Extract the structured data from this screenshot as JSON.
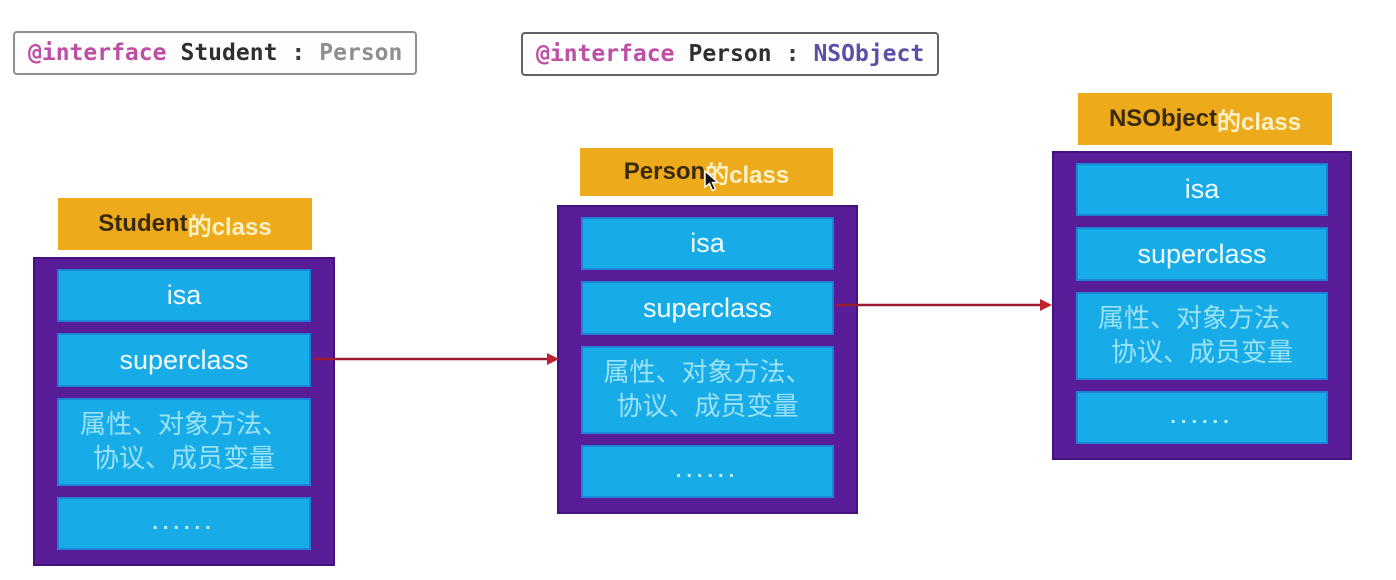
{
  "code_snippets": [
    {
      "keyword": "@interface",
      "class_name": "Student",
      "colon": ":",
      "superclass_name": "Person"
    },
    {
      "keyword": "@interface",
      "class_name": "Person",
      "colon": ":",
      "superclass_name": "NSObject"
    }
  ],
  "class_boxes": [
    {
      "title_name": "Student",
      "title_suffix": "的class",
      "rows": {
        "isa": "isa",
        "superclass": "superclass",
        "members": "属性、对象方法、\n协议、成员变量",
        "ellipsis": "......"
      }
    },
    {
      "title_name": "Person",
      "title_suffix": "的class",
      "rows": {
        "isa": "isa",
        "superclass": "superclass",
        "members": "属性、对象方法、\n协议、成员变量",
        "ellipsis": "......"
      }
    },
    {
      "title_name": "NSObject",
      "title_suffix": "的class",
      "rows": {
        "isa": "isa",
        "superclass": "superclass",
        "members": "属性、对象方法、\n协议、成员变量",
        "ellipsis": "......"
      }
    }
  ],
  "arrows": [
    {
      "from": "Student superclass",
      "to": "Person的class"
    },
    {
      "from": "Person superclass",
      "to": "NSObject的class"
    }
  ],
  "colors": {
    "header_bg": "#EDAB1C",
    "class_box_bg": "#5A1D99",
    "row_bg": "#17ACE8",
    "arrow_red": "#A61D36",
    "code_keyword_pink": "#BE4FA5",
    "code_class_black": "#2E2E33",
    "code_superclass_gray": "#8E8E93",
    "code_superclass_purple": "#5B4FA8"
  }
}
